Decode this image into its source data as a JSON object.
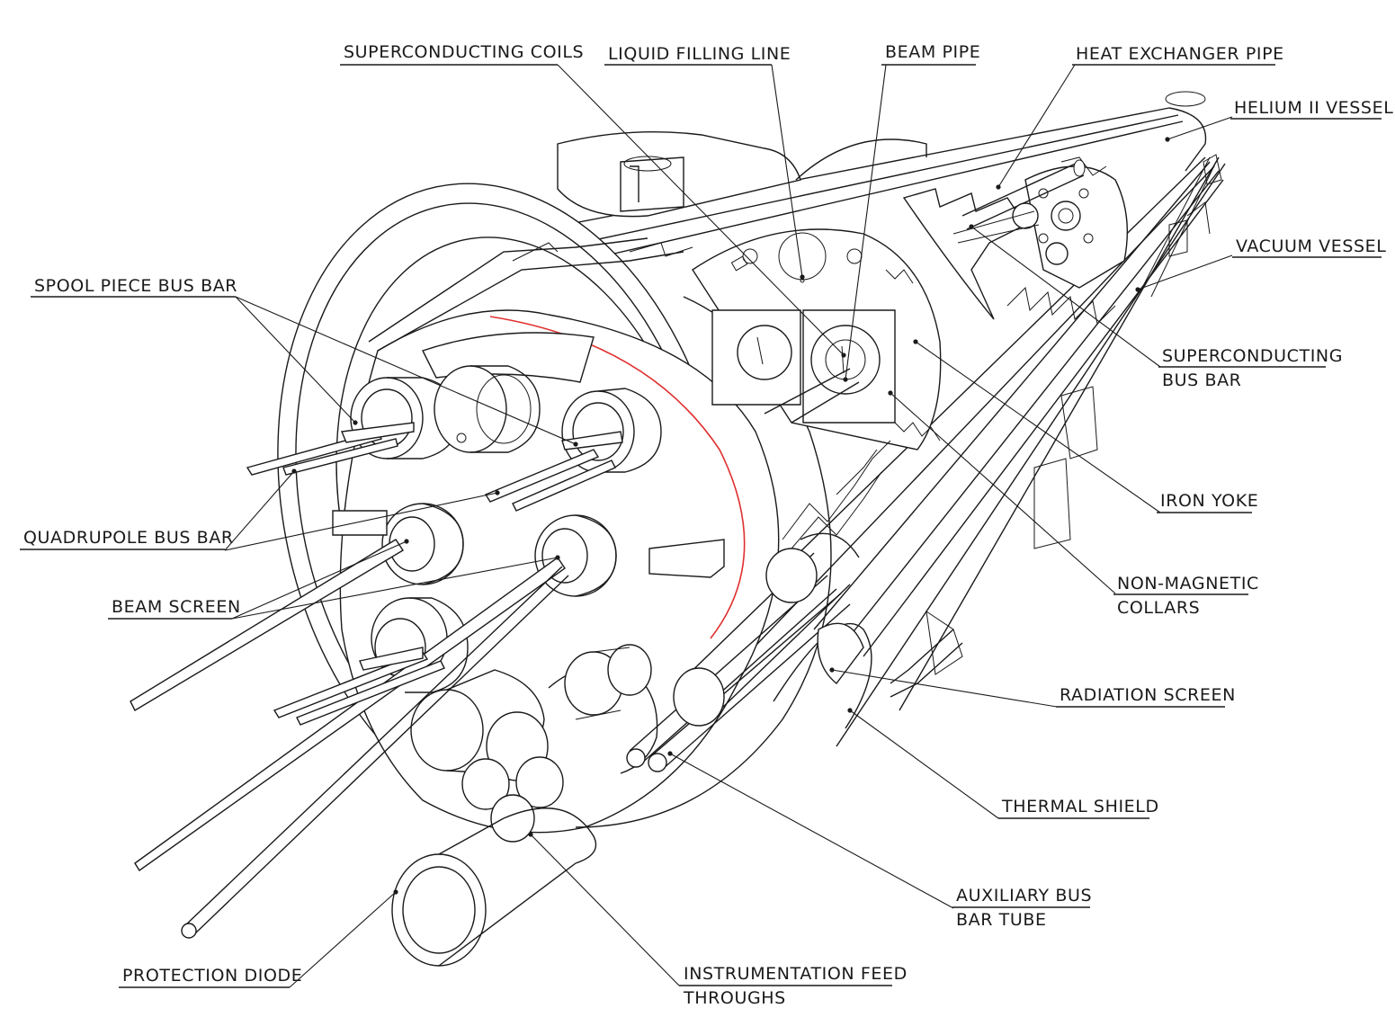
{
  "labels": {
    "superconducting_coils": "SUPERCONDUCTING COILS",
    "liquid_filling_line": "LIQUID FILLING LINE",
    "beam_pipe": "BEAM PIPE",
    "heat_exchanger_pipe": "HEAT EXCHANGER PIPE",
    "helium_ii_vessel": "HELIUM II VESSEL",
    "vacuum_vessel": "VACUUM VESSEL",
    "spool_piece_bus_bar": "SPOOL PIECE BUS BAR",
    "superconducting_bus_bar_1": "SUPERCONDUCTING",
    "superconducting_bus_bar_2": "BUS BAR",
    "iron_yoke": "IRON YOKE",
    "quadrupole_bus_bar": "QUADRUPOLE BUS BAR",
    "non_magnetic_collars_1": "NON-MAGNETIC",
    "non_magnetic_collars_2": "COLLARS",
    "beam_screen": "BEAM SCREEN",
    "radiation_screen": "RADIATION SCREEN",
    "thermal_shield": "THERMAL SHIELD",
    "auxiliary_bus_bar_tube_1": "AUXILIARY BUS",
    "auxiliary_bus_bar_tube_2": "BAR TUBE",
    "protection_diode": "PROTECTION DIODE",
    "instrumentation_feed_throughs_1": "INSTRUMENTATION FEED",
    "instrumentation_feed_throughs_2": "THROUGHS"
  },
  "colors": {
    "line": "#1a1a1a",
    "highlight_arc": "#e03030",
    "background": "#ffffff"
  }
}
